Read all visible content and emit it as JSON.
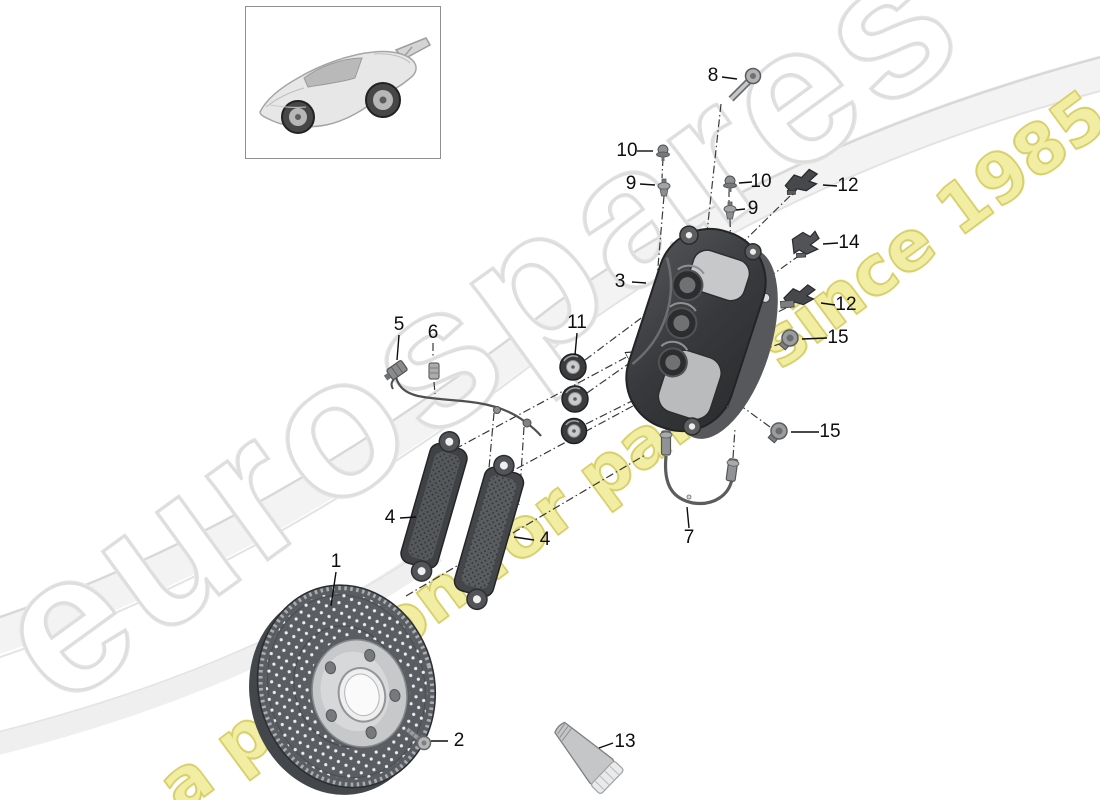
{
  "watermark": {
    "brand": "eurospares",
    "tagline": "a passion for parts since 1985",
    "brand_outline_color": "#dedede",
    "tagline_fill_color": "#f1eda3",
    "tagline_outline_color": "#d8cf6d"
  },
  "thumbnail": {
    "icon": "porsche-911-gt3-rear-wing-illustration"
  },
  "diagram": {
    "type": "exploded-parts-diagram",
    "subject": "disc brake assembly",
    "callout_text_color": "#0d0d0d"
  },
  "callouts": {
    "c1": "1",
    "c2": "2",
    "c3": "3",
    "c4a": "4",
    "c4b": "4",
    "c5": "5",
    "c6": "6",
    "c7": "7",
    "c8": "8",
    "c9a": "9",
    "c9b": "9",
    "c10a": "10",
    "c10b": "10",
    "c11": "11",
    "c12a": "12",
    "c12b": "12",
    "c13": "13",
    "c14": "14",
    "c15a": "15",
    "c15b": "15"
  }
}
